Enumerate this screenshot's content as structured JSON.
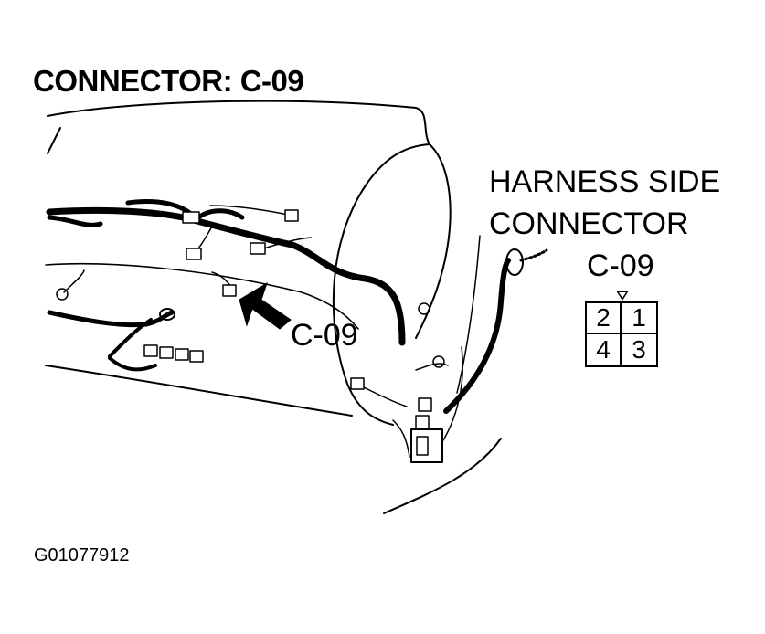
{
  "title": "CONNECTOR: C-09",
  "labels": {
    "harness_line1": "HARNESS SIDE",
    "harness_line2": "CONNECTOR",
    "connector_id": "C-09",
    "callout": "C-09"
  },
  "connector_pins": [
    "2",
    "1",
    "4",
    "3"
  ],
  "figure_id": "G01077912"
}
